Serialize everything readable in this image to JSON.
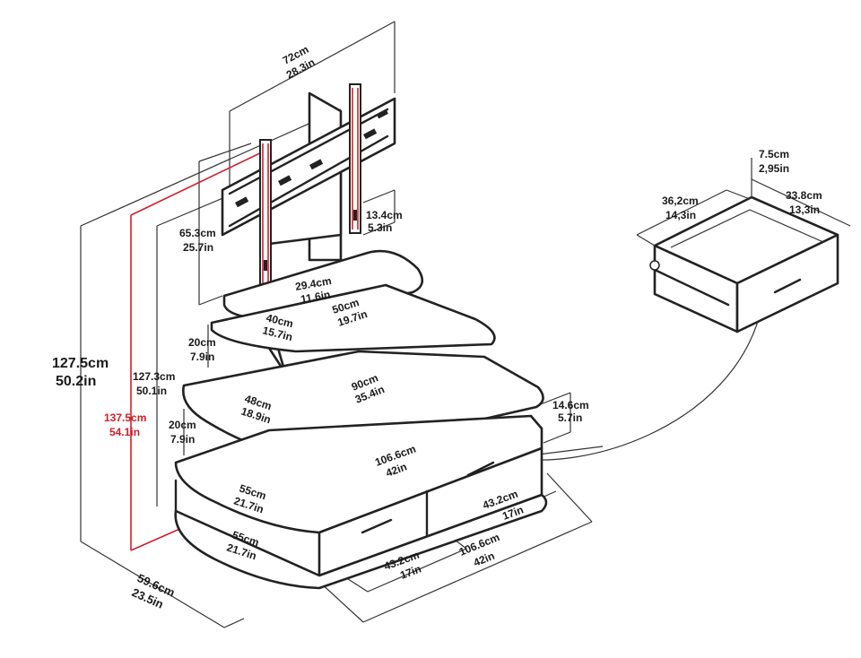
{
  "colors": {
    "ink": "#222222",
    "accent": "#d0202a"
  },
  "dims": {
    "width_top": [
      "72cm",
      "28.3in"
    ],
    "mount_h": [
      "13.4cm",
      "5.3in"
    ],
    "mount_top": [
      "65.3cm",
      "25.7in"
    ],
    "top_shelf_w": [
      "29.4cm",
      "11.6in"
    ],
    "top_shelf_d": [
      "40cm",
      "15.7in"
    ],
    "top_shelf_l": [
      "50cm",
      "19.7in"
    ],
    "gap_top": [
      "20cm",
      "7.9in"
    ],
    "height_mid": [
      "127.3cm",
      "50.1in"
    ],
    "height_total": [
      "127.5cm",
      "50.2in"
    ],
    "height_max": [
      "137.5cm",
      "54.1in"
    ],
    "mid_shelf_d": [
      "48cm",
      "18.9in"
    ],
    "mid_shelf_w": [
      "90cm",
      "35.4in"
    ],
    "gap_mid": [
      "20cm",
      "7.9in"
    ],
    "drawer_h": [
      "14.6cm",
      "5.7in"
    ],
    "base_w": [
      "106.6cm",
      "42in"
    ],
    "base_d": [
      "55cm",
      "21.7in"
    ],
    "low_d": [
      "55cm",
      "21.7in"
    ],
    "drawer_w1": [
      "43.2cm",
      "17in"
    ],
    "drawer_w2": [
      "43.2cm",
      "17in"
    ],
    "base_w_bottom": [
      "106.6cm",
      "42in"
    ],
    "depth_total": [
      "59.6cm",
      "23.5in"
    ],
    "drawer_det_h": [
      "7.5cm",
      "2,95in"
    ],
    "drawer_det_w": [
      "36,2cm",
      "14,3in"
    ],
    "drawer_det_d": [
      "33.8cm",
      "13,3in"
    ]
  }
}
